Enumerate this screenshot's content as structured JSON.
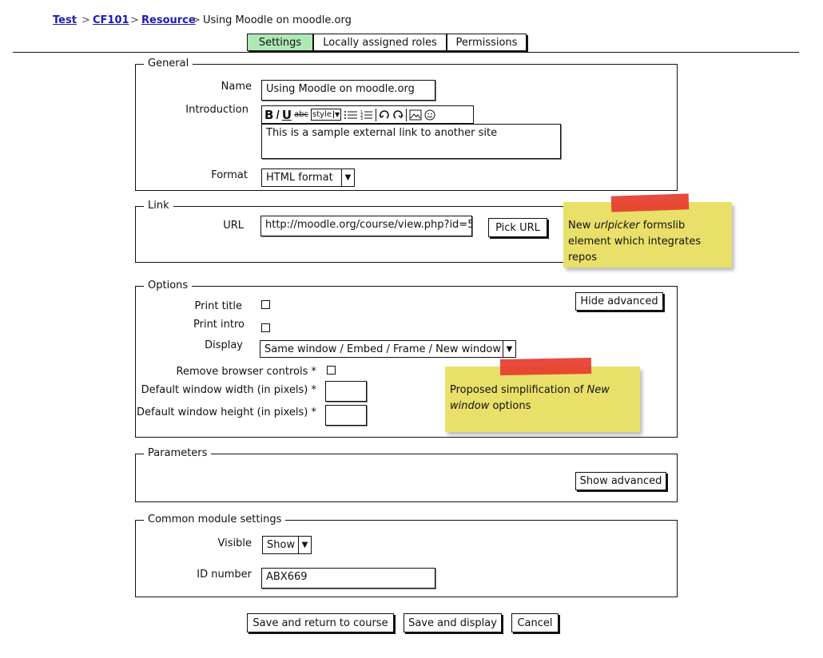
{
  "breadcrumb": {
    "items": [
      "Test",
      "CF101",
      "Resource"
    ],
    "current": "Using Moodle on moodle.org",
    "separator": ">"
  },
  "tabs": [
    {
      "label": "Settings",
      "active": true
    },
    {
      "label": "Locally assigned roles",
      "active": false
    },
    {
      "label": "Permissions",
      "active": false
    }
  ],
  "general": {
    "legend": "General",
    "name_label": "Name",
    "name_value": "Using Moodle on moodle.org",
    "intro_label": "Introduction",
    "toolbar": {
      "bold": "B",
      "italic": "I",
      "underline": "U",
      "strike": "abc",
      "style": "style"
    },
    "intro_text": "This is a sample external link to another site",
    "format_label": "Format",
    "format_value": "HTML format"
  },
  "link": {
    "legend": "Link",
    "url_label": "URL",
    "url_value": "http://moodle.org/course/view.php?id=5",
    "pick_url_label": "Pick URL"
  },
  "note_urlpicker": {
    "pre": "New ",
    "em": "urlpicker",
    "post": " formslib element which integrates repos"
  },
  "options": {
    "legend": "Options",
    "hide_advanced_label": "Hide advanced",
    "print_title_label": "Print title",
    "print_intro_label": "Print intro",
    "display_label": "Display",
    "display_value": "Same window / Embed / Frame / New window",
    "remove_controls_label": "Remove browser controls *",
    "width_label": "Default window width (in pixels) *",
    "height_label": "Default window height (in pixels) *"
  },
  "note_options": {
    "pre": "Proposed simplification of ",
    "em": "New window",
    "post": " options"
  },
  "parameters": {
    "legend": "Parameters",
    "show_advanced_label": "Show advanced"
  },
  "common": {
    "legend": "Common module settings",
    "visible_label": "Visible",
    "visible_value": "Show",
    "idnumber_label": "ID number",
    "idnumber_value": "ABX669"
  },
  "actions": {
    "save_return": "Save and return to course",
    "save_display": "Save and display",
    "cancel": "Cancel"
  },
  "colors": {
    "active_tab": "#aee8b7",
    "note": "#e9e06a",
    "tape": "#e63b2e",
    "link": "#1a1ab8"
  }
}
